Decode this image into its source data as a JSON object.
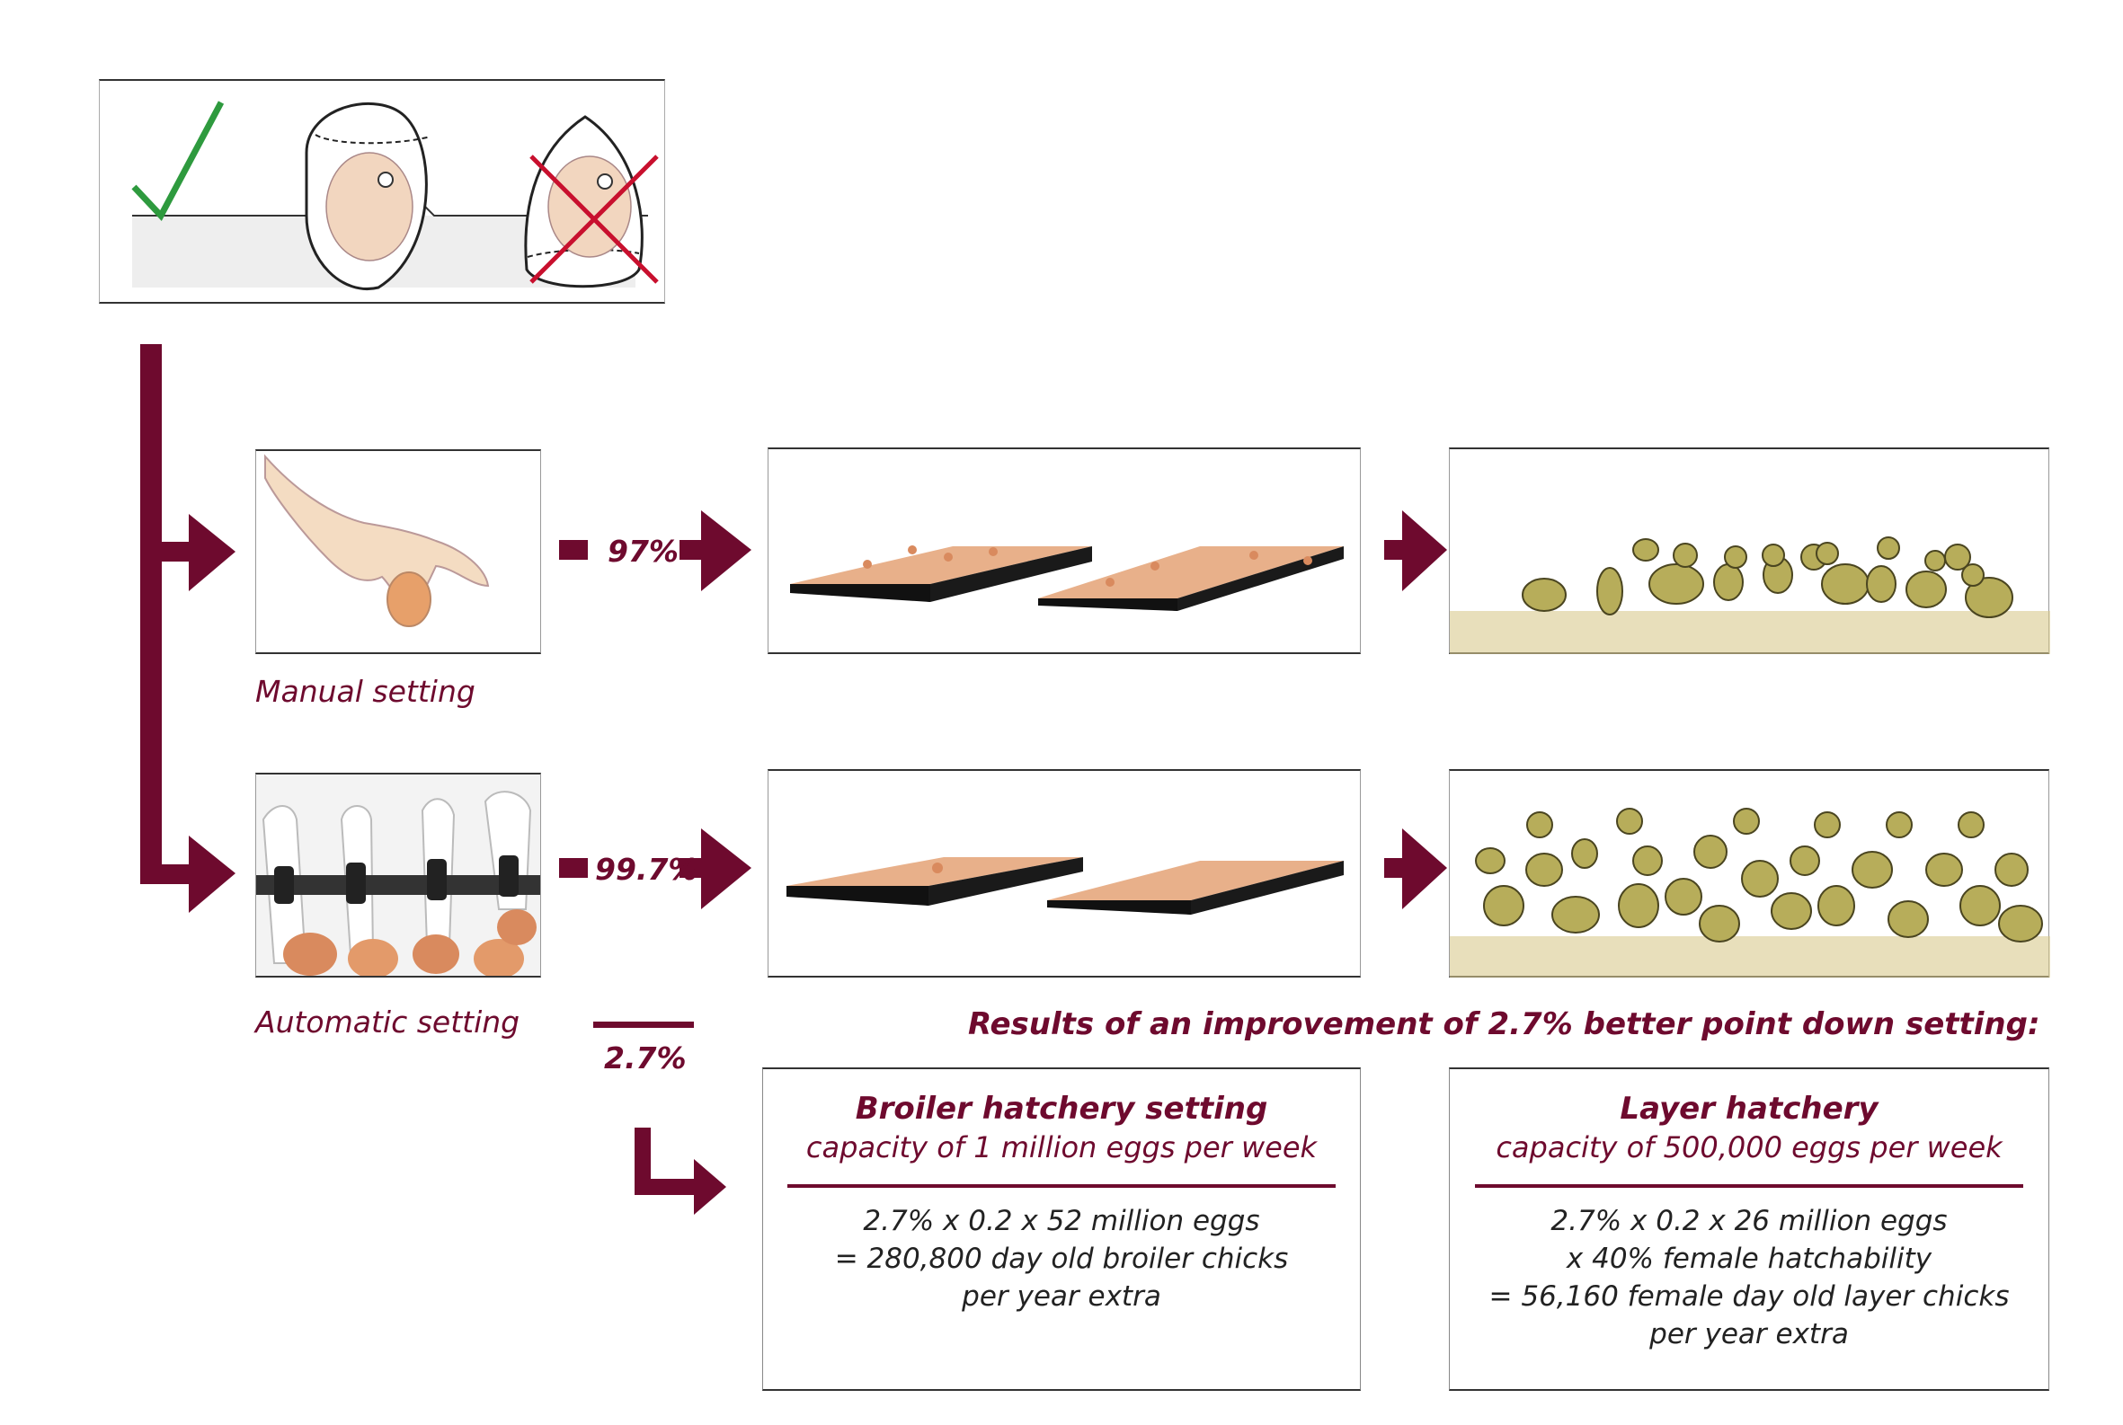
{
  "colors": {
    "accent": "#6e0a2e",
    "check": "#2e9a3e",
    "cross": "#c8102e",
    "egg": "#e8a878",
    "chick": "#b7ad5a"
  },
  "icons": [
    "check-icon",
    "cross-icon",
    "egg-pointdown-icon",
    "egg-pointup-icon",
    "hand-egg-icon",
    "setting-machine-icon",
    "egg-tray-icon",
    "chick-icon",
    "arrow-right-icon"
  ],
  "manual": {
    "caption": "Manual setting",
    "percent": "97%"
  },
  "automatic": {
    "caption": "Automatic setting",
    "percent": "99.7%"
  },
  "difference": {
    "value": "2.7%"
  },
  "results_heading": "Results of an improvement of 2.7% better point down setting:",
  "broiler": {
    "title": "Broiler hatchery setting",
    "subtitle": "capacity of 1 million eggs per week",
    "lines": [
      "2.7% x 0.2 x 52 million eggs",
      "= 280,800 day old broiler chicks",
      "per year extra"
    ]
  },
  "layer": {
    "title": "Layer hatchery",
    "subtitle": "capacity of 500,000 eggs per week",
    "lines": [
      "2.7% x 0.2 x 26 million eggs",
      "x 40% female hatchability",
      "= 56,160 female day old layer chicks",
      "per year extra"
    ]
  }
}
